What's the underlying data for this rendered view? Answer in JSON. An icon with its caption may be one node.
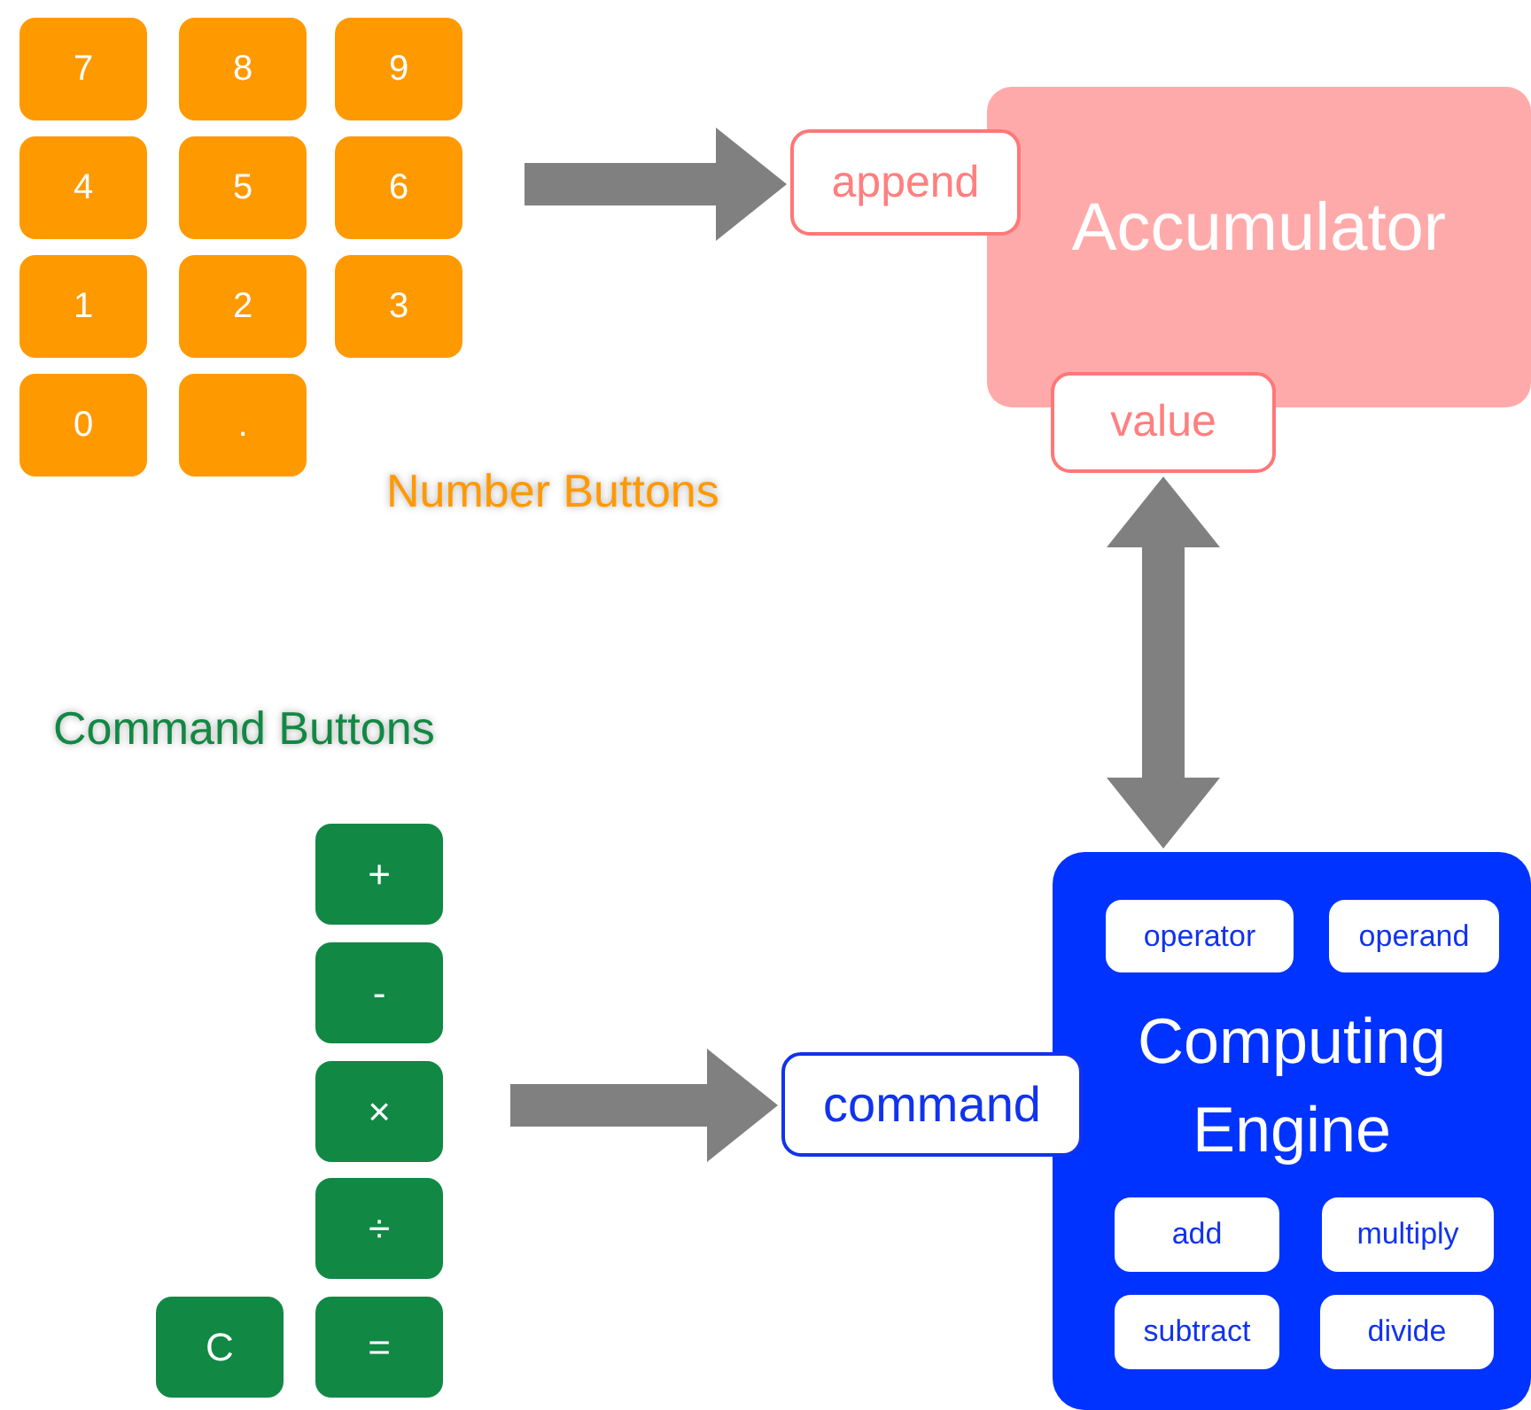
{
  "diagram": {
    "nodes": [
      {
        "text": [
          "7"
        ]
      },
      {
        "text": [
          "8"
        ]
      },
      {
        "text": [
          "9"
        ]
      },
      {
        "text": [
          "4"
        ]
      },
      {
        "text": [
          "5"
        ]
      },
      {
        "text": [
          "6"
        ]
      },
      {
        "text": [
          "1"
        ]
      },
      {
        "text": [
          "2"
        ]
      },
      {
        "text": [
          "3"
        ]
      },
      {
        "text": [
          "0"
        ]
      },
      {
        "text": [
          "."
        ]
      },
      {
        "text": [
          "Accumulator"
        ]
      },
      {
        "text": [
          "append"
        ]
      },
      {
        "text": [
          "value"
        ]
      },
      {
        "text": [
          "Computing Engine"
        ]
      },
      {
        "text": [
          "operator"
        ],
        "in": 14
      },
      {
        "text": [
          "operand"
        ],
        "in": 14
      },
      {
        "text": [
          "add"
        ],
        "in": 14
      },
      {
        "text": [
          "multiply"
        ],
        "in": 14
      },
      {
        "text": [
          "subtract"
        ],
        "in": 14
      },
      {
        "text": [
          "divide"
        ],
        "in": 14
      },
      {
        "text": [
          "command"
        ]
      },
      {
        "text": [
          "+"
        ]
      },
      {
        "text": [
          "-"
        ]
      },
      {
        "text": [
          "×"
        ]
      },
      {
        "text": [
          "÷"
        ]
      },
      {
        "text": [
          "C"
        ]
      },
      {
        "text": [
          "="
        ]
      }
    ],
    "edges": [
      {
        "from": null,
        "to": 12,
        "arrow": "to"
      },
      {
        "from": 13,
        "to": 14,
        "arrow": "both"
      },
      {
        "from": null,
        "to": 21,
        "arrow": "to"
      }
    ],
    "labels": [
      "Number Buttons",
      "Command Buttons"
    ]
  }
}
